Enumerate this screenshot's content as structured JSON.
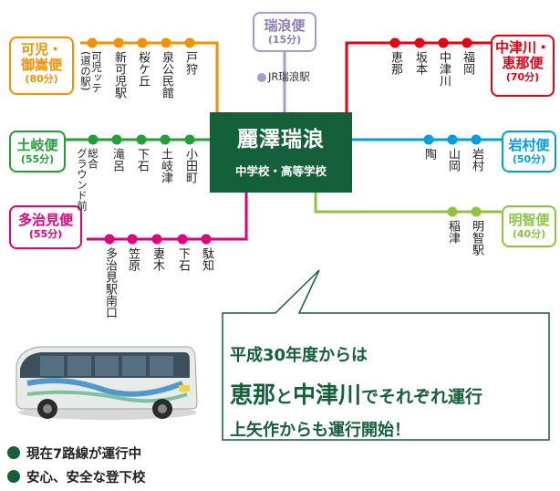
{
  "routes": [
    {
      "id": "kani",
      "name": "可児・\n御嵩便",
      "time": "(80分)",
      "color": "#f29200"
    },
    {
      "id": "toki",
      "name": "土岐便",
      "time": "(55分)",
      "color": "#22a035"
    },
    {
      "id": "tajimi",
      "name": "多治見便",
      "time": "(55分)",
      "color": "#e3007f"
    },
    {
      "id": "mizunami",
      "name": "瑞浪便",
      "time": "(15分)",
      "color": "#a99cc9"
    },
    {
      "id": "nakatsugawa",
      "name": "中津川・\n恵那便",
      "time": "(70分)",
      "color": "#e60012"
    },
    {
      "id": "iwamura",
      "name": "岩村便",
      "time": "(50分)",
      "color": "#00a0e0"
    },
    {
      "id": "akechi",
      "name": "明智便",
      "time": "(40分)",
      "color": "#8cc63f"
    }
  ],
  "stops": {
    "kani": [
      "可児ッテ\n(道の駅)",
      "新可児駅",
      "桜ケ丘",
      "泉公民館",
      "戸狩"
    ],
    "toki": [
      "総合\nグラウンド前",
      "滝呂",
      "下石",
      "土岐津",
      "小田町"
    ],
    "tajimi": [
      "多治見駅南口",
      "笠原",
      "妻木",
      "下石",
      "駄知"
    ],
    "mizunami": [
      "JR瑞浪駅"
    ],
    "nakatsugawa": [
      "恵那",
      "坂本",
      "中津川",
      "福岡"
    ],
    "iwamura": [
      "陶",
      "山岡",
      "岩村"
    ],
    "akechi": [
      "稲津",
      "明智駅"
    ]
  },
  "school": {
    "name": "麗澤瑞浪",
    "sub": "中学校・高等学校"
  },
  "callout": {
    "line1": "平成30年度からは",
    "ena": "恵那",
    "to": "と",
    "nakatsugawa": "中津川",
    "rest": "でそれぞれ運行",
    "line3": "上矢作からも運行開始！"
  },
  "bullets": [
    "現在7路線が運行中",
    "安心、安全な登下校"
  ],
  "accent": "#14603a"
}
